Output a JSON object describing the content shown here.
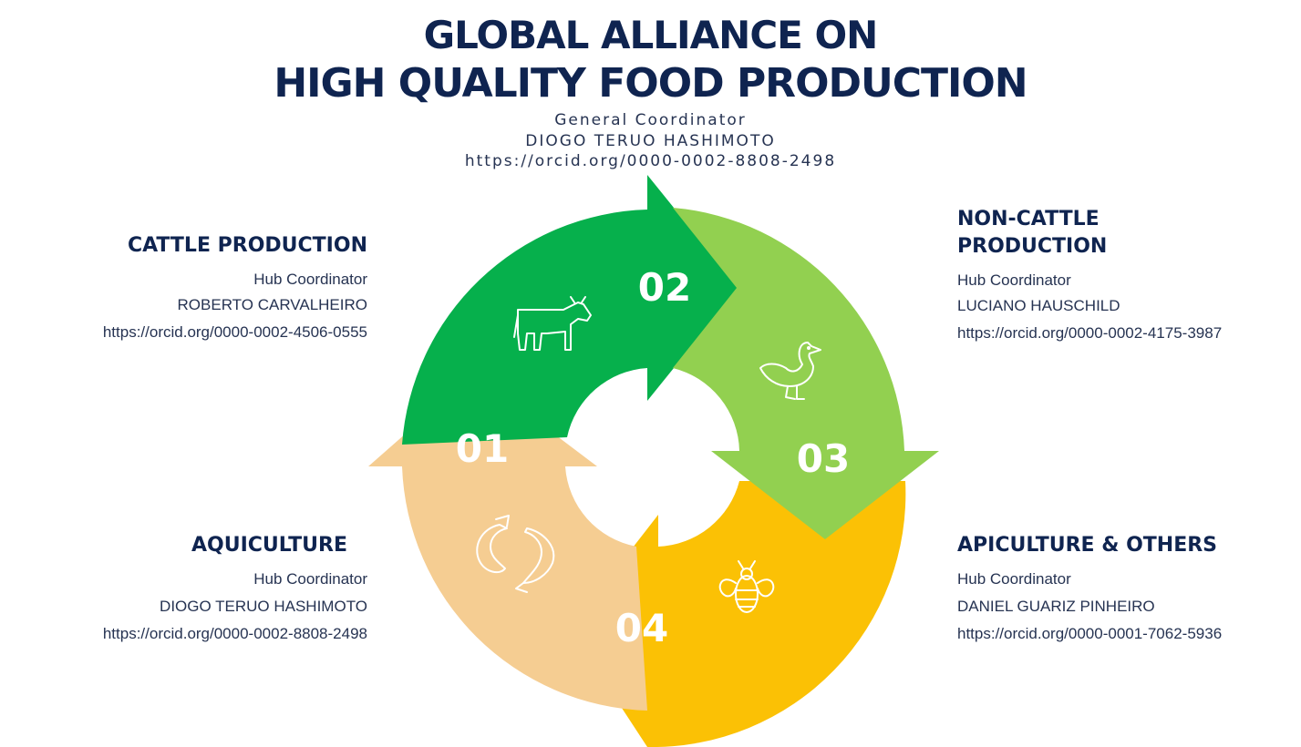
{
  "title": {
    "line1": "GLOBAL ALLIANCE ON",
    "line2": "HIGH QUALITY FOOD PRODUCTION"
  },
  "general": {
    "role": "General Coordinator",
    "name": "DIOGO TERUO HASHIMOTO",
    "orcid": "https://orcid.org/0000-0002-8808-2498"
  },
  "hubs": {
    "cattle": {
      "heading": "CATTLE PRODUCTION",
      "role": "Hub Coordinator",
      "name": "ROBERTO CARVALHEIRO",
      "orcid": "https://orcid.org/0000-0002-4506-0555"
    },
    "noncattle": {
      "heading_line1": "NON-CATTLE",
      "heading_line2": "PRODUCTION",
      "role": "Hub Coordinator",
      "name": "LUCIANO HAUSCHILD",
      "orcid": "https://orcid.org/0000-0002-4175-3987"
    },
    "aqui": {
      "heading": "AQUICULTURE",
      "role": "Hub Coordinator",
      "name": "DIOGO TERUO HASHIMOTO",
      "orcid": "https://orcid.org/0000-0002-8808-2498"
    },
    "api": {
      "heading": "APICULTURE & OTHERS",
      "role": "Hub Coordinator",
      "name": "DANIEL GUARIZ PINHEIRO",
      "orcid": "https://orcid.org/0000-0001-7062-5936"
    }
  },
  "cycle": {
    "segments": [
      {
        "number": "01",
        "icon": "fish-icon",
        "color": "#f5cd92"
      },
      {
        "number": "02",
        "icon": "cow-icon",
        "color": "#06b04c"
      },
      {
        "number": "03",
        "icon": "duck-icon",
        "color": "#92d050"
      },
      {
        "number": "04",
        "icon": "bee-icon",
        "color": "#fbc105"
      }
    ]
  }
}
